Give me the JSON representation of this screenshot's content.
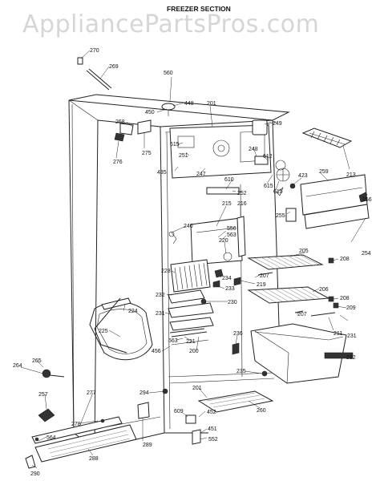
{
  "watermark": "AppliancePartsPros.com",
  "title": "FREEZER SECTION",
  "part_numbers": [
    "270",
    "269",
    "560",
    "448",
    "201",
    "450",
    "268",
    "275",
    "276",
    "615",
    "251",
    "249",
    "248",
    "612",
    "435",
    "247",
    "610",
    "615",
    "213",
    "256",
    "423",
    "259",
    "252",
    "216",
    "255",
    "615",
    "240",
    "215",
    "556",
    "563",
    "220",
    "228",
    "234",
    "233",
    "219",
    "205",
    "208",
    "207",
    "232",
    "230",
    "206",
    "254",
    "208",
    "209",
    "224",
    "231",
    "207",
    "211",
    "225",
    "231",
    "221",
    "563",
    "200",
    "236",
    "456",
    "212",
    "265",
    "264",
    "257",
    "277",
    "278",
    "294",
    "235",
    "201",
    "260",
    "609",
    "452",
    "451",
    "552",
    "289",
    "564",
    "288",
    "290"
  ]
}
